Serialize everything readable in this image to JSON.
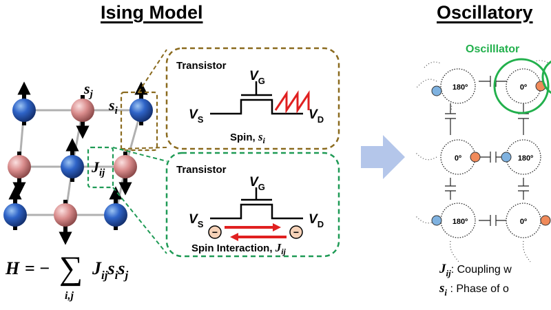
{
  "titles": {
    "left": "Ising Model",
    "right": "Oscillatory"
  },
  "transistor_box_1": {
    "title": "Transistor",
    "gate": "V",
    "gate_sub": "G",
    "source": "V",
    "source_sub": "S",
    "drain": "V",
    "drain_sub": "D",
    "caption": "Spin, ",
    "caption_var": "s",
    "caption_var_sub": "i"
  },
  "transistor_box_2": {
    "title": "Transistor",
    "gate": "V",
    "gate_sub": "G",
    "source": "V",
    "source_sub": "S",
    "drain": "V",
    "drain_sub": "D",
    "electron_symbol": "−",
    "caption": "Spin Interaction, ",
    "caption_var": "J",
    "caption_var_sub": "ij"
  },
  "lattice_labels": {
    "sj": "s",
    "sj_sub": "j",
    "si": "s",
    "si_sub": "i",
    "jij": "J",
    "jij_sub": "ij"
  },
  "hamiltonian": {
    "lhs": "H",
    "eq": "= −",
    "sum": "∑",
    "sum_sub": "i,j",
    "J": "J",
    "J_sub": "ij",
    "s1": "s",
    "s1_sub": "i",
    "s2": "s",
    "s2_sub": "j"
  },
  "oscillator_network": {
    "label": "Oscilllator",
    "phases": [
      "180º",
      "0º",
      "0º",
      "180º",
      "180º",
      "0º"
    ]
  },
  "legend": {
    "j_sym": "J",
    "j_sub": "ij",
    "j_text": ": Coupling w",
    "s_sym": "s",
    "s_sub": "i",
    "s_text": " : Phase of o"
  },
  "colors": {
    "spin_blue": "#2f64c8",
    "spin_pink": "#d98c8c",
    "box1_border": "#8a6a1e",
    "box2_border": "#1e9a55",
    "oscillator_green": "#22b04c",
    "arrow_red": "#e02020",
    "node_blue": "#7fb2e0",
    "node_orange": "#f08a5a",
    "transition_arrow": "#b4c6ea"
  }
}
